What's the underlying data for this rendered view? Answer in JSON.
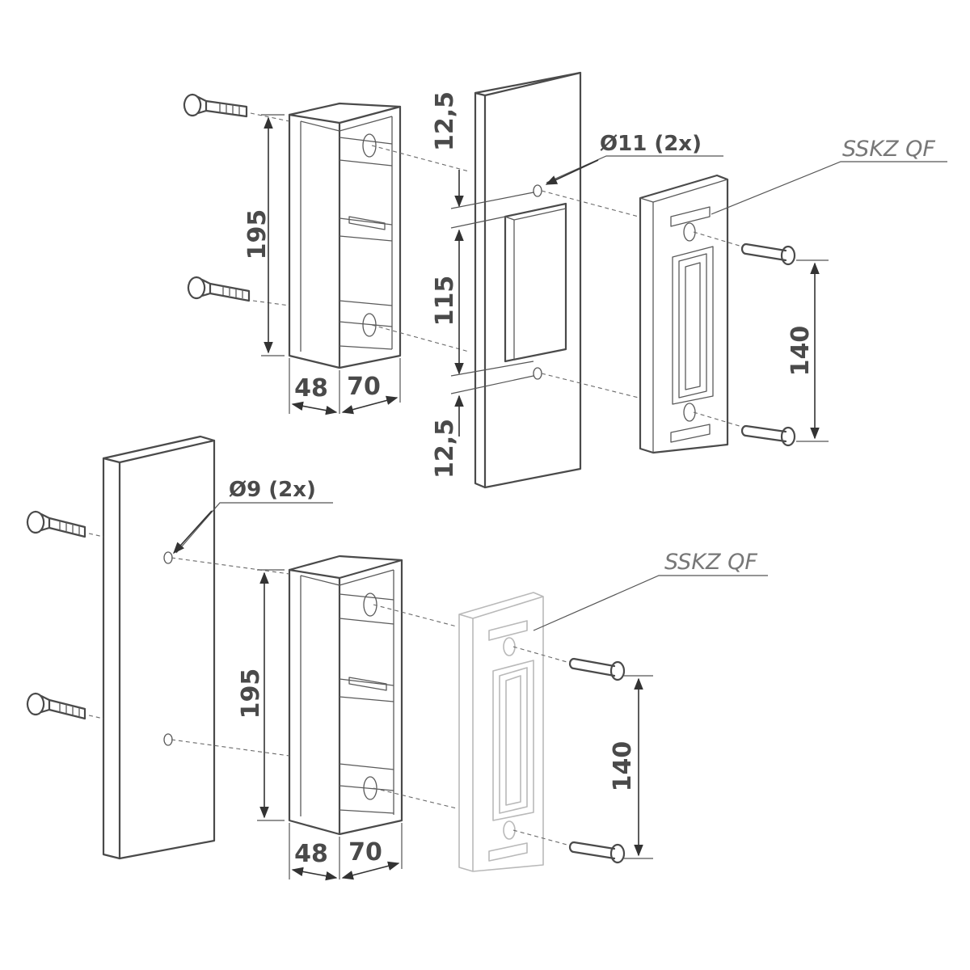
{
  "top_assembly": {
    "dimensions": {
      "height": "195",
      "depth": "48",
      "width": "70",
      "hole_offset_top": "12,5",
      "opening": "115",
      "hole_offset_bottom": "12,5",
      "screw_spacing": "140"
    },
    "hole_label": "Ø11 (2x)",
    "product_label": "SSKZ QF"
  },
  "bottom_assembly": {
    "dimensions": {
      "height": "195",
      "depth": "48",
      "width": "70",
      "screw_spacing": "140"
    },
    "hole_label": "Ø9 (2x)",
    "product_label": "SSKZ QF"
  },
  "colors": {
    "line": "#4a4a4a",
    "light_line": "#b9b9b9",
    "background": "#ffffff"
  }
}
